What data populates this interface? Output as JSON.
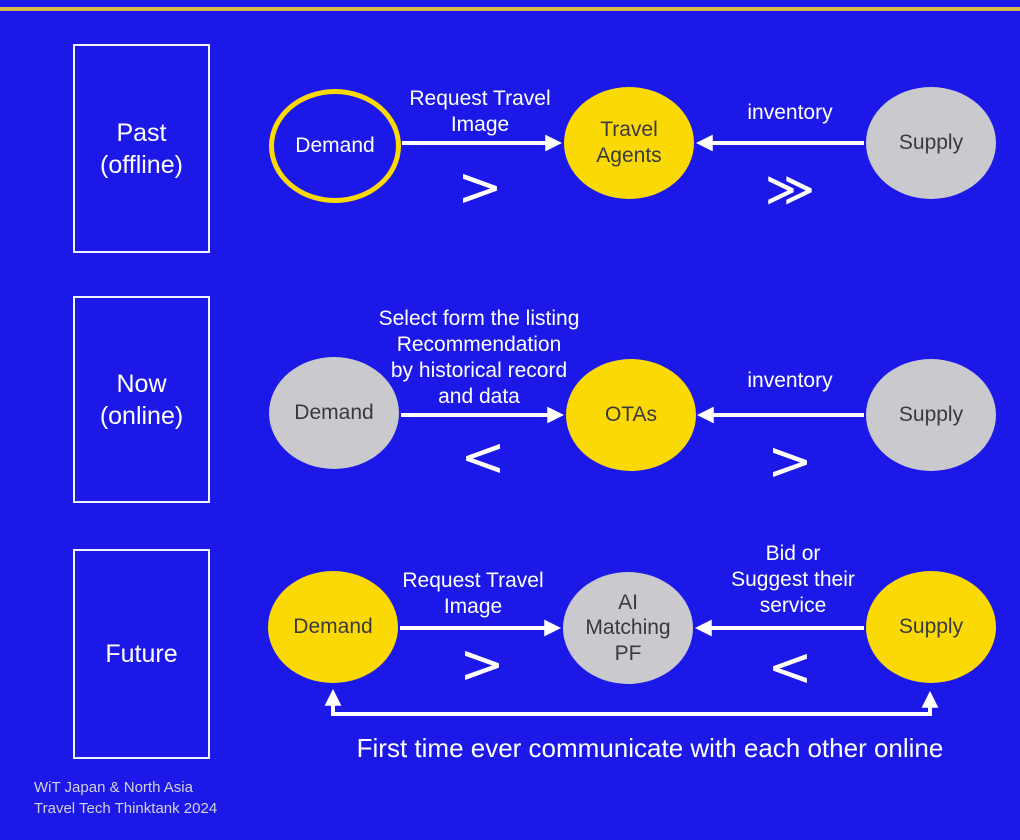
{
  "colors": {
    "background": "#1c18e8",
    "top_rule_gold": "#d8ba4c",
    "node_yellow": "#fbd905",
    "node_gray": "#c9c9ce",
    "node_dark_text": "#3a3a3e",
    "line_white": "#ffffff"
  },
  "rows": [
    {
      "era_label": "Past\n(offline)",
      "demand": "Demand",
      "forward_label": "Request Travel\nImage",
      "forward_chevron": ">",
      "hub": "Travel\nAgents",
      "backward_label": "inventory",
      "backward_chevron": "≫",
      "supply": "Supply"
    },
    {
      "era_label": "Now\n(online)",
      "demand": "Demand",
      "forward_label": "Select form the listing\nRecommendation\nby historical record\nand data",
      "forward_chevron": "<",
      "hub": "OTAs",
      "backward_label": "inventory",
      "backward_chevron": ">",
      "supply": "Supply"
    },
    {
      "era_label": "Future",
      "demand": "Demand",
      "forward_label": "Request Travel\nImage",
      "forward_chevron": ">",
      "hub": "AI\nMatching\nPF",
      "backward_label": "Bid or\nSuggest their\nservice",
      "backward_chevron": "<",
      "supply": "Supply"
    }
  ],
  "future_loop_caption": "First time ever communicate with each other online",
  "footer": "WiT Japan & North Asia\nTravel Tech Thinktank 2024"
}
